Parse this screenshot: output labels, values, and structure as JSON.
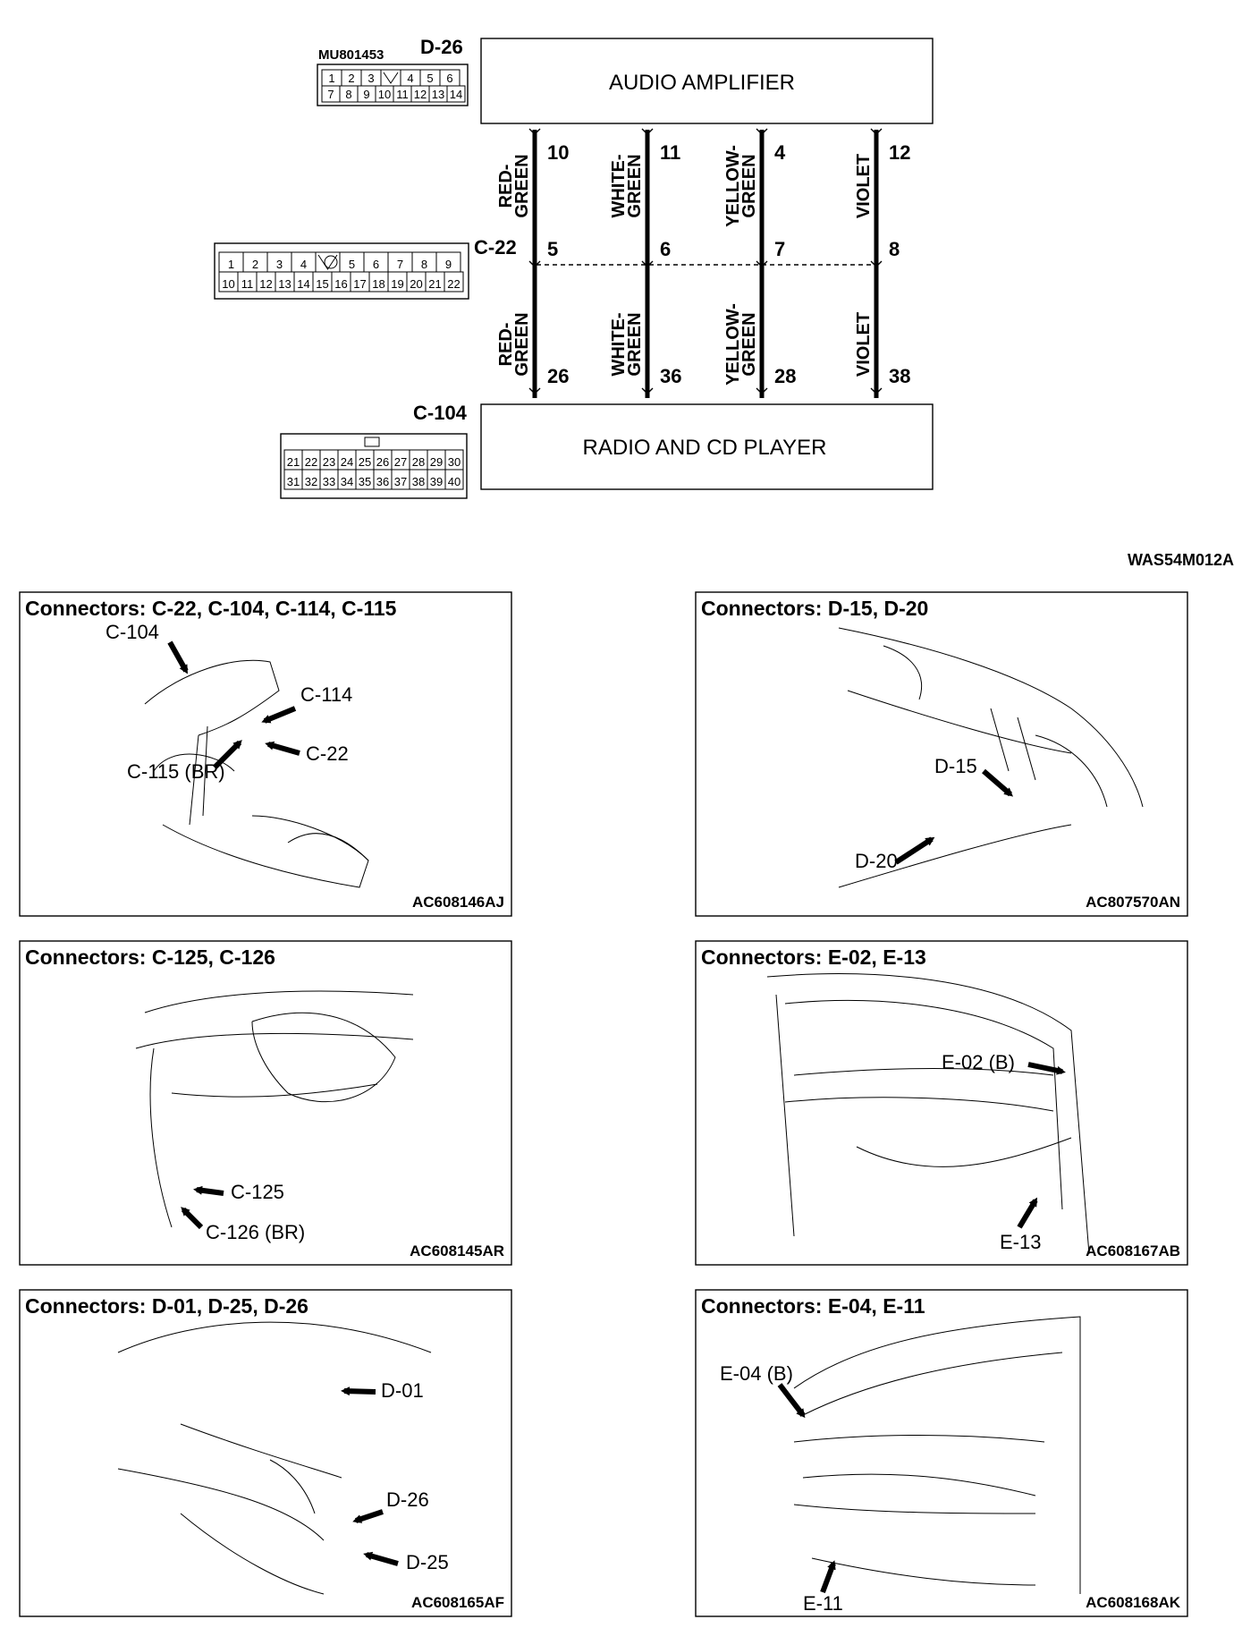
{
  "schematic": {
    "top_connector": {
      "part_number": "MU801453",
      "id": "D-26",
      "rows": [
        [
          "1",
          "2",
          "3",
          "",
          "4",
          "5",
          "6"
        ],
        [
          "7",
          "8",
          "9",
          "10",
          "11",
          "12",
          "13",
          "14"
        ]
      ],
      "box_label": "AUDIO AMPLIFIER"
    },
    "middle_connector": {
      "id": "C-22",
      "rows": [
        [
          "1",
          "2",
          "3",
          "4",
          "",
          "5",
          "6",
          "7",
          "8",
          "9"
        ],
        [
          "10",
          "11",
          "12",
          "13",
          "14",
          "15",
          "16",
          "17",
          "18",
          "19",
          "20",
          "21",
          "22"
        ]
      ]
    },
    "bottom_connector": {
      "id": "C-104",
      "rows": [
        [
          "21",
          "22",
          "23",
          "24",
          "25",
          "26",
          "27",
          "28",
          "29",
          "30"
        ],
        [
          "31",
          "32",
          "33",
          "34",
          "35",
          "36",
          "37",
          "38",
          "39",
          "40"
        ]
      ],
      "box_label": "RADIO AND CD PLAYER"
    },
    "wires": [
      {
        "color_line1": "RED-",
        "color_line2": "GREEN",
        "top_pin": "10",
        "mid_pin": "5",
        "bottom_pin": "26"
      },
      {
        "color_line1": "WHITE-",
        "color_line2": "GREEN",
        "top_pin": "11",
        "mid_pin": "6",
        "bottom_pin": "36"
      },
      {
        "color_line1": "YELLOW-",
        "color_line2": "GREEN",
        "top_pin": "4",
        "mid_pin": "7",
        "bottom_pin": "28"
      },
      {
        "color_line1": "",
        "color_line2": "VIOLET",
        "top_pin": "12",
        "mid_pin": "8",
        "bottom_pin": "38"
      }
    ],
    "diagram_code": "WAS54M012A"
  },
  "panels": [
    {
      "title": "Connectors: C-22, C-104, C-114, C-115",
      "code": "AC608146AJ",
      "callouts": [
        "C-104",
        "C-114",
        "C-22",
        "C-115 (BR)"
      ]
    },
    {
      "title": "Connectors: D-15, D-20",
      "code": "AC807570AN",
      "callouts": [
        "D-15",
        "D-20"
      ]
    },
    {
      "title": "Connectors: C-125, C-126",
      "code": "AC608145AR",
      "callouts": [
        "C-125",
        "C-126 (BR)"
      ]
    },
    {
      "title": "Connectors: E-02, E-13",
      "code": "AC608167AB",
      "callouts": [
        "E-02 (B)",
        "E-13"
      ]
    },
    {
      "title": "Connectors: D-01, D-25, D-26",
      "code": "AC608165AF",
      "callouts": [
        "D-01",
        "D-26",
        "D-25"
      ]
    },
    {
      "title": "Connectors: E-04, E-11",
      "code": "AC608168AK",
      "callouts": [
        "E-04 (B)",
        "E-11"
      ]
    }
  ]
}
